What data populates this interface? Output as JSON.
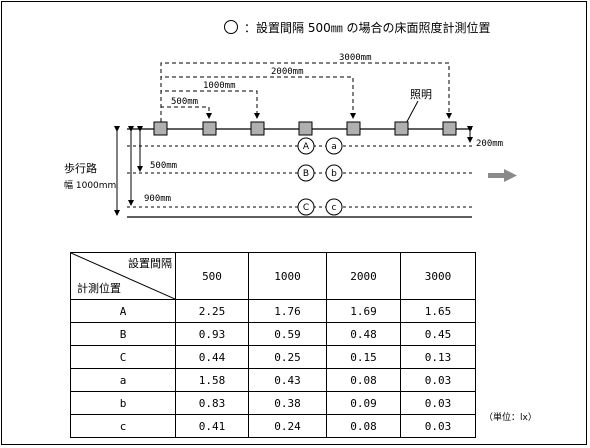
{
  "legend": {
    "text": "：設置間隔 500㎜ の場合の床面照度計測位置"
  },
  "diagram": {
    "dims": [
      "3000mm",
      "2000mm",
      "1000mm",
      "500mm"
    ],
    "light_label": "照明",
    "right_dim": "200mm",
    "walkway_label": "歩行路",
    "walkway_width": "幅 1000mm",
    "offset_500": "500mm",
    "offset_900": "900mm",
    "points_upper": [
      "A",
      "B",
      "C"
    ],
    "points_lower": [
      "a",
      "b",
      "c"
    ]
  },
  "table": {
    "corner_top": "設置間隔",
    "corner_bottom": "計測位置",
    "columns": [
      "500",
      "1000",
      "2000",
      "3000"
    ],
    "rows": [
      {
        "label": "A",
        "values": [
          "2.25",
          "1.76",
          "1.69",
          "1.65"
        ]
      },
      {
        "label": "B",
        "values": [
          "0.93",
          "0.59",
          "0.48",
          "0.45"
        ]
      },
      {
        "label": "C",
        "values": [
          "0.44",
          "0.25",
          "0.15",
          "0.13"
        ]
      },
      {
        "label": "a",
        "values": [
          "1.58",
          "0.43",
          "0.08",
          "0.03"
        ]
      },
      {
        "label": "b",
        "values": [
          "0.83",
          "0.38",
          "0.09",
          "0.03"
        ]
      },
      {
        "label": "c",
        "values": [
          "0.41",
          "0.24",
          "0.08",
          "0.03"
        ]
      }
    ],
    "unit_note": "（単位：lx）"
  }
}
